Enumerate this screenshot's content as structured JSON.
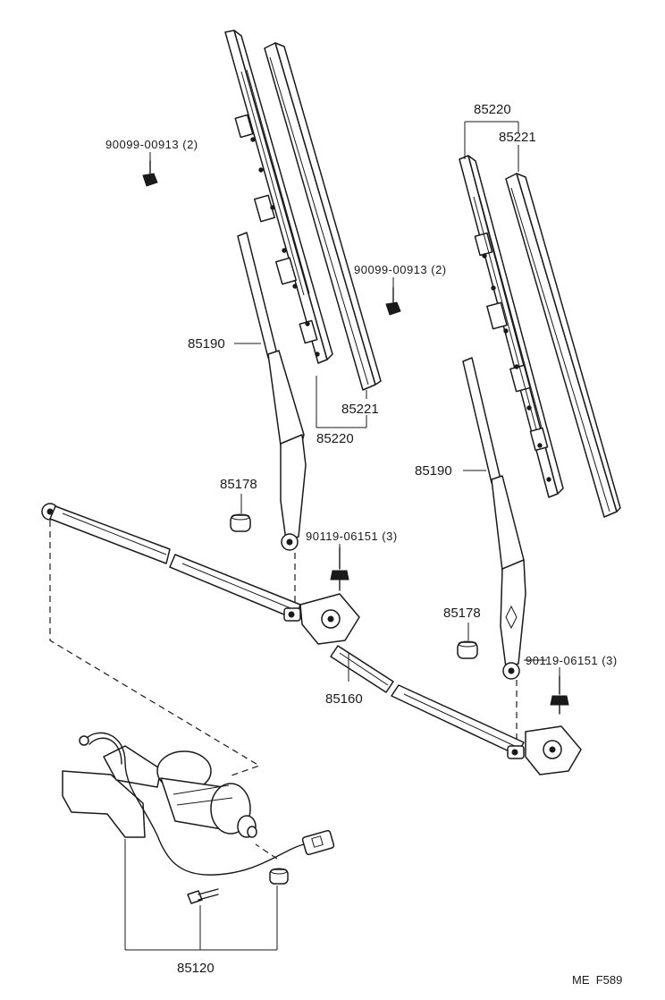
{
  "labels": {
    "bolt_top_left": "90099-00913 (2)",
    "bolt_top_right": "90099-00913 (2)",
    "blade_right_assy": "85220",
    "refill_right": "85221",
    "refill_left": "85221",
    "blade_left_assy": "85220",
    "arm_left": "85190",
    "arm_right": "85190",
    "cap_left": "85178",
    "cap_right": "85178",
    "nut_left": "90119-06151 (3)",
    "nut_right": "90119-06151 (3)",
    "link_rod": "85160",
    "motor": "85120"
  },
  "footer": {
    "code": "ME  F589"
  }
}
